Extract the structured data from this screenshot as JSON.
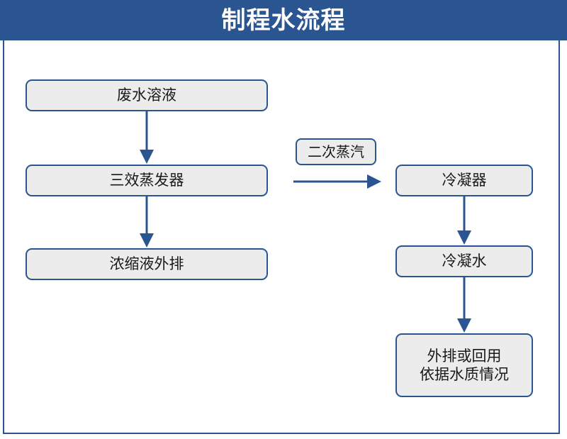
{
  "title": {
    "text": "制程水流程"
  },
  "colors": {
    "banner_blue": "#2a5590",
    "box_border": "#2a5590",
    "box_fill": "#ececec",
    "arrow": "#2a5590",
    "title_text": "#ffffff",
    "body_text": "#1a1a1a",
    "page_background": "#ffffff"
  },
  "flowchart": {
    "nodes": [
      {
        "id": "wastewater",
        "label": "废水溶液",
        "column": "left",
        "order": 1
      },
      {
        "id": "evaporator",
        "label": "三效蒸发器",
        "column": "left",
        "order": 2
      },
      {
        "id": "concentrate",
        "label": "浓缩液外排",
        "column": "left",
        "order": 3
      },
      {
        "id": "steam",
        "label": "二次蒸汽",
        "column": "middle",
        "order": 1
      },
      {
        "id": "condenser",
        "label": "冷凝器",
        "column": "right",
        "order": 1
      },
      {
        "id": "condensate",
        "label": "冷凝水",
        "column": "right",
        "order": 2
      },
      {
        "id": "outlet",
        "label": "外排或回用\n依据水质情况",
        "column": "right",
        "order": 3
      }
    ],
    "edges": [
      {
        "id": "waste-to-evap",
        "from": "wastewater",
        "to": "evaporator",
        "direction": "down"
      },
      {
        "id": "evap-to-conc",
        "from": "evaporator",
        "to": "concentrate",
        "direction": "down"
      },
      {
        "id": "evap-to-cond",
        "from": "evaporator",
        "to": "condenser",
        "direction": "right",
        "label": "二次蒸汽"
      },
      {
        "id": "cond-to-water",
        "from": "condenser",
        "to": "condensate",
        "direction": "down"
      },
      {
        "id": "water-to-outlet",
        "from": "condensate",
        "to": "outlet",
        "direction": "down"
      }
    ]
  }
}
